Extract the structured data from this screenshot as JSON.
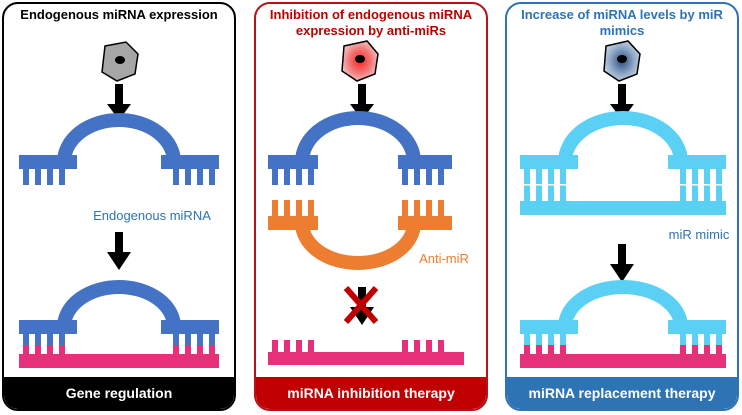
{
  "panels": [
    {
      "title": "Endogenous miRNA expression",
      "molecule_label": "Endogenous miRNA",
      "footer": "Gene regulation"
    },
    {
      "title": "Inhibition of endogenous miRNA expression by anti-miRs",
      "molecule_label": "Anti-miR",
      "footer": "miRNA inhibition therapy"
    },
    {
      "title": "Increase of miRNA levels by miR mimics",
      "molecule_label": "miR mimic",
      "footer": "miRNA replacement therapy"
    }
  ],
  "colors": {
    "mirna_blue": "#4472c4",
    "target_pink": "#e6307a",
    "antimir_orange": "#ed7d31",
    "mimic_cyan": "#5bd0f5",
    "inhibit_cross": "#c00000",
    "panel1_border": "#000000",
    "panel2_border": "#b5121b",
    "panel3_border": "#2e74b5"
  },
  "icons": [
    "cell-icon",
    "down-arrow-icon",
    "cross-icon"
  ]
}
